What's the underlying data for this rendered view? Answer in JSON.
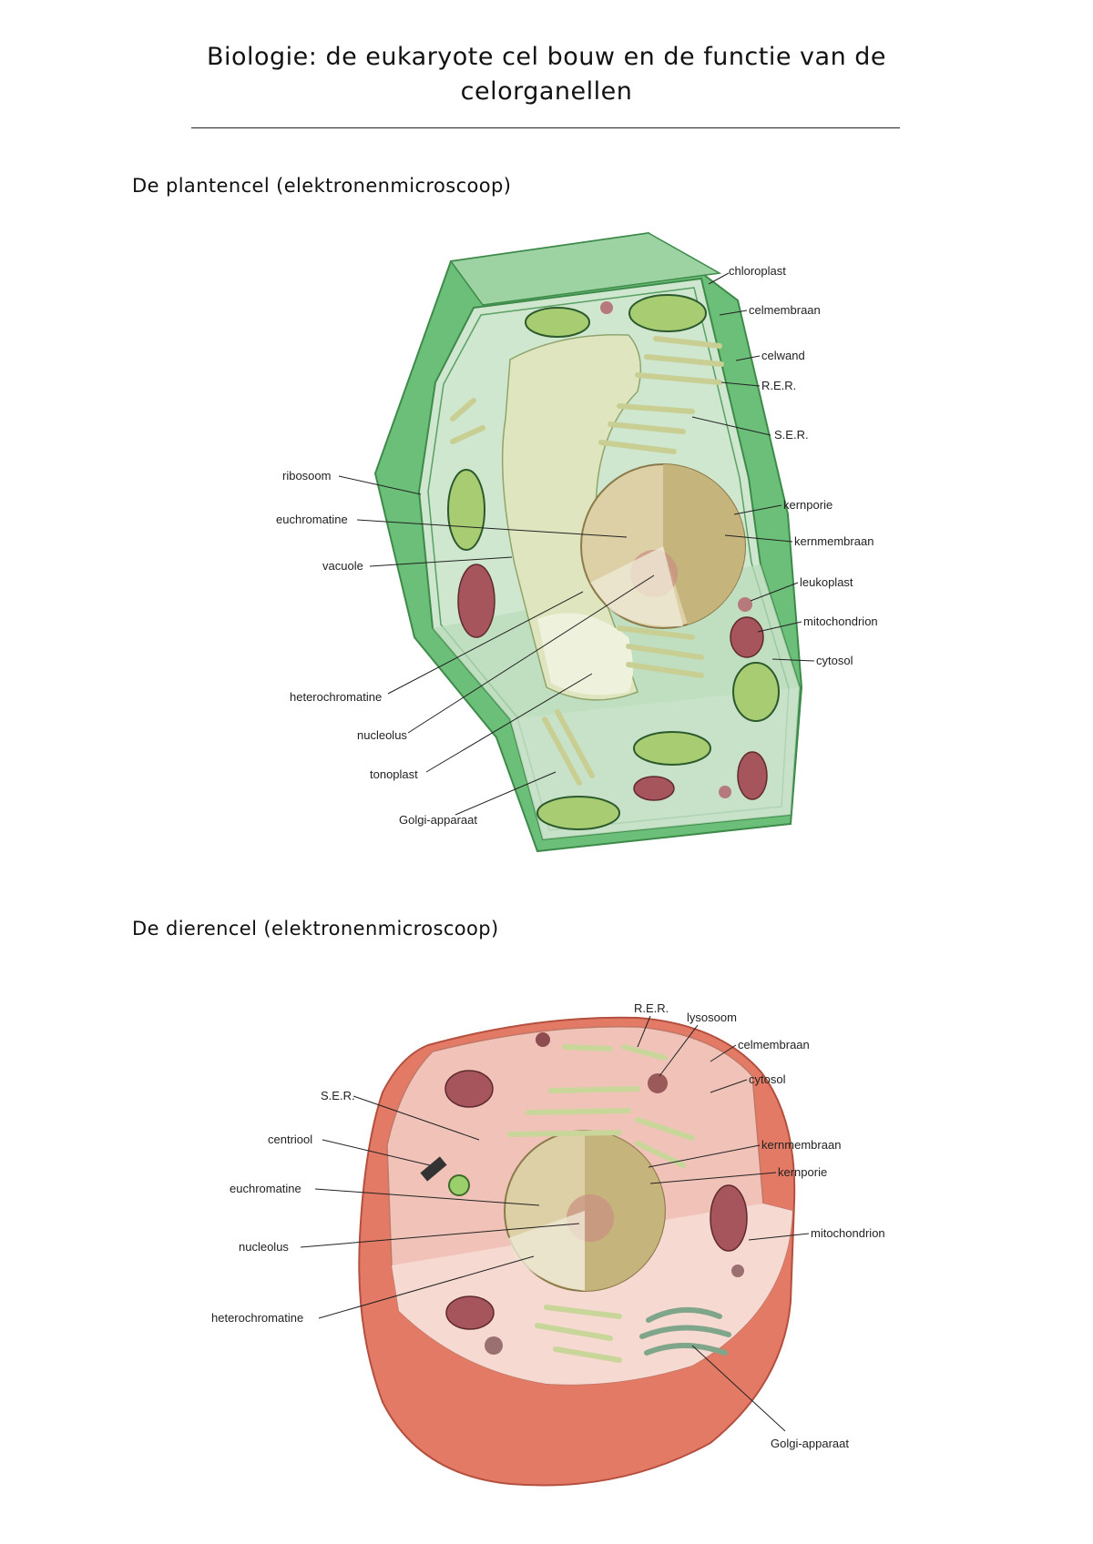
{
  "title_line1": "Biologie: de eukaryote cel bouw en de functie van de",
  "title_line2": "celorganellen",
  "plant": {
    "heading": "De plantencel (elektronenmicroscoop)",
    "labels": {
      "chloroplast": "chloroplast",
      "celmembraan": "celmembraan",
      "celwand": "celwand",
      "rer": "R.E.R.",
      "ser": "S.E.R.",
      "ribosoom": "ribosoom",
      "euchromatine": "euchromatine",
      "kernporie": "kernporie",
      "kernmembraan": "kernmembraan",
      "vacuole": "vacuole",
      "leukoplast": "leukoplast",
      "mitochondrion": "mitochondrion",
      "cytosol": "cytosol",
      "heterochromatine": "heterochromatine",
      "nucleolus": "nucleolus",
      "tonoplast": "tonoplast",
      "golgi": "Golgi-apparaat"
    }
  },
  "animal": {
    "heading": "De dierencel (elektronenmicroscoop)",
    "labels": {
      "rer": "R.E.R.",
      "lysosoom": "lysosoom",
      "celmembraan": "celmembraan",
      "cytosol": "cytosol",
      "ser": "S.E.R.",
      "centriool": "centriool",
      "kernmembraan": "kernmembraan",
      "kernporie": "kernporie",
      "euchromatine": "euchromatine",
      "mitochondrion": "mitochondrion",
      "nucleolus": "nucleolus",
      "heterochromatine": "heterochromatine",
      "golgi": "Golgi-apparaat"
    }
  },
  "colors": {
    "plant_wall": "#6cbf78",
    "plant_cytosol": "#cfe6cf",
    "plant_vacuole": "#dfe6bf",
    "animal_outer": "#e27a66",
    "animal_cytosol": "#f1c3b8",
    "nucleus": "#cdbd90",
    "mitochondrion": "#a5555b"
  }
}
